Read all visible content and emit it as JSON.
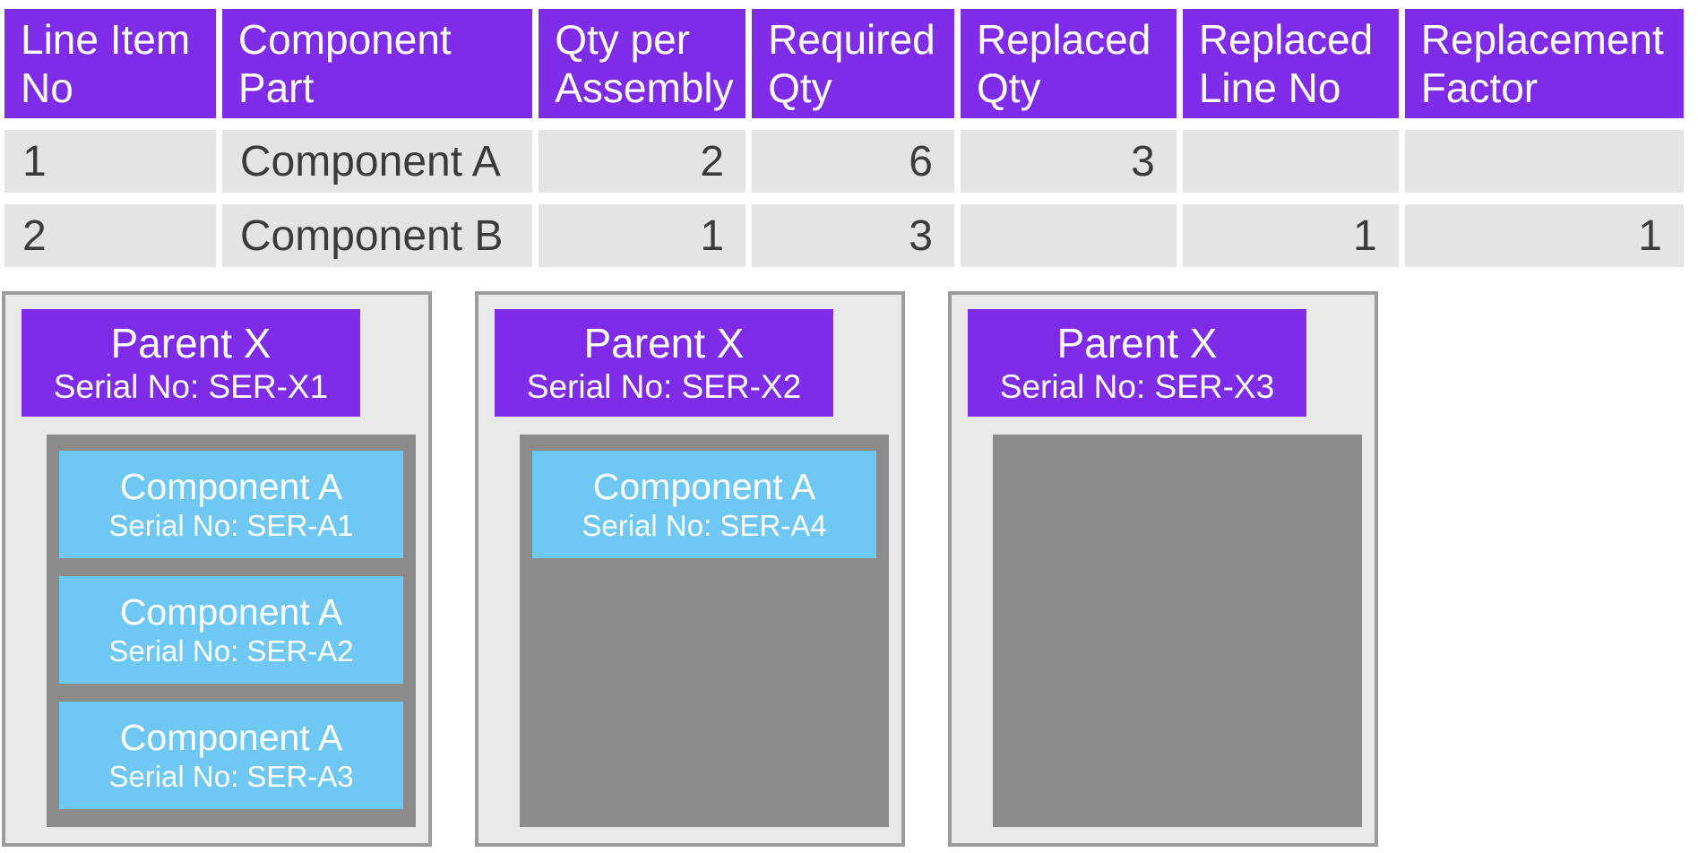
{
  "table": {
    "columns": [
      "Line Item No",
      "Component Part",
      "Qty per Assembly",
      "Required Qty",
      "Replaced Qty",
      "Replaced Line No",
      "Replacement Factor"
    ],
    "rows": [
      [
        "1",
        "Component A",
        "2",
        "6",
        "3",
        "",
        ""
      ],
      [
        "2",
        "Component B",
        "1",
        "3",
        "",
        "1",
        "1"
      ]
    ]
  },
  "parents": [
    {
      "title": "Parent X",
      "serial": "Serial No: SER-X1",
      "components": [
        {
          "title": "Component A",
          "serial": "Serial No: SER-A1"
        },
        {
          "title": "Component A",
          "serial": "Serial No: SER-A2"
        },
        {
          "title": "Component A",
          "serial": "Serial No: SER-A3"
        }
      ]
    },
    {
      "title": "Parent X",
      "serial": "Serial No: SER-X2",
      "components": [
        {
          "title": "Component A",
          "serial": "Serial No: SER-A4"
        }
      ]
    },
    {
      "title": "Parent X",
      "serial": "Serial No: SER-X3",
      "components": []
    }
  ],
  "colors": {
    "header_purple": "#7e2ce8",
    "component_blue": "#6fc8f3",
    "container_gray": "#8b8b8b",
    "card_background": "#e9e9e9",
    "card_border": "#9c9c9c",
    "row_gray": "#e4e4e4",
    "row_text": "#3b3b3b",
    "header_text": "#ffffff"
  }
}
